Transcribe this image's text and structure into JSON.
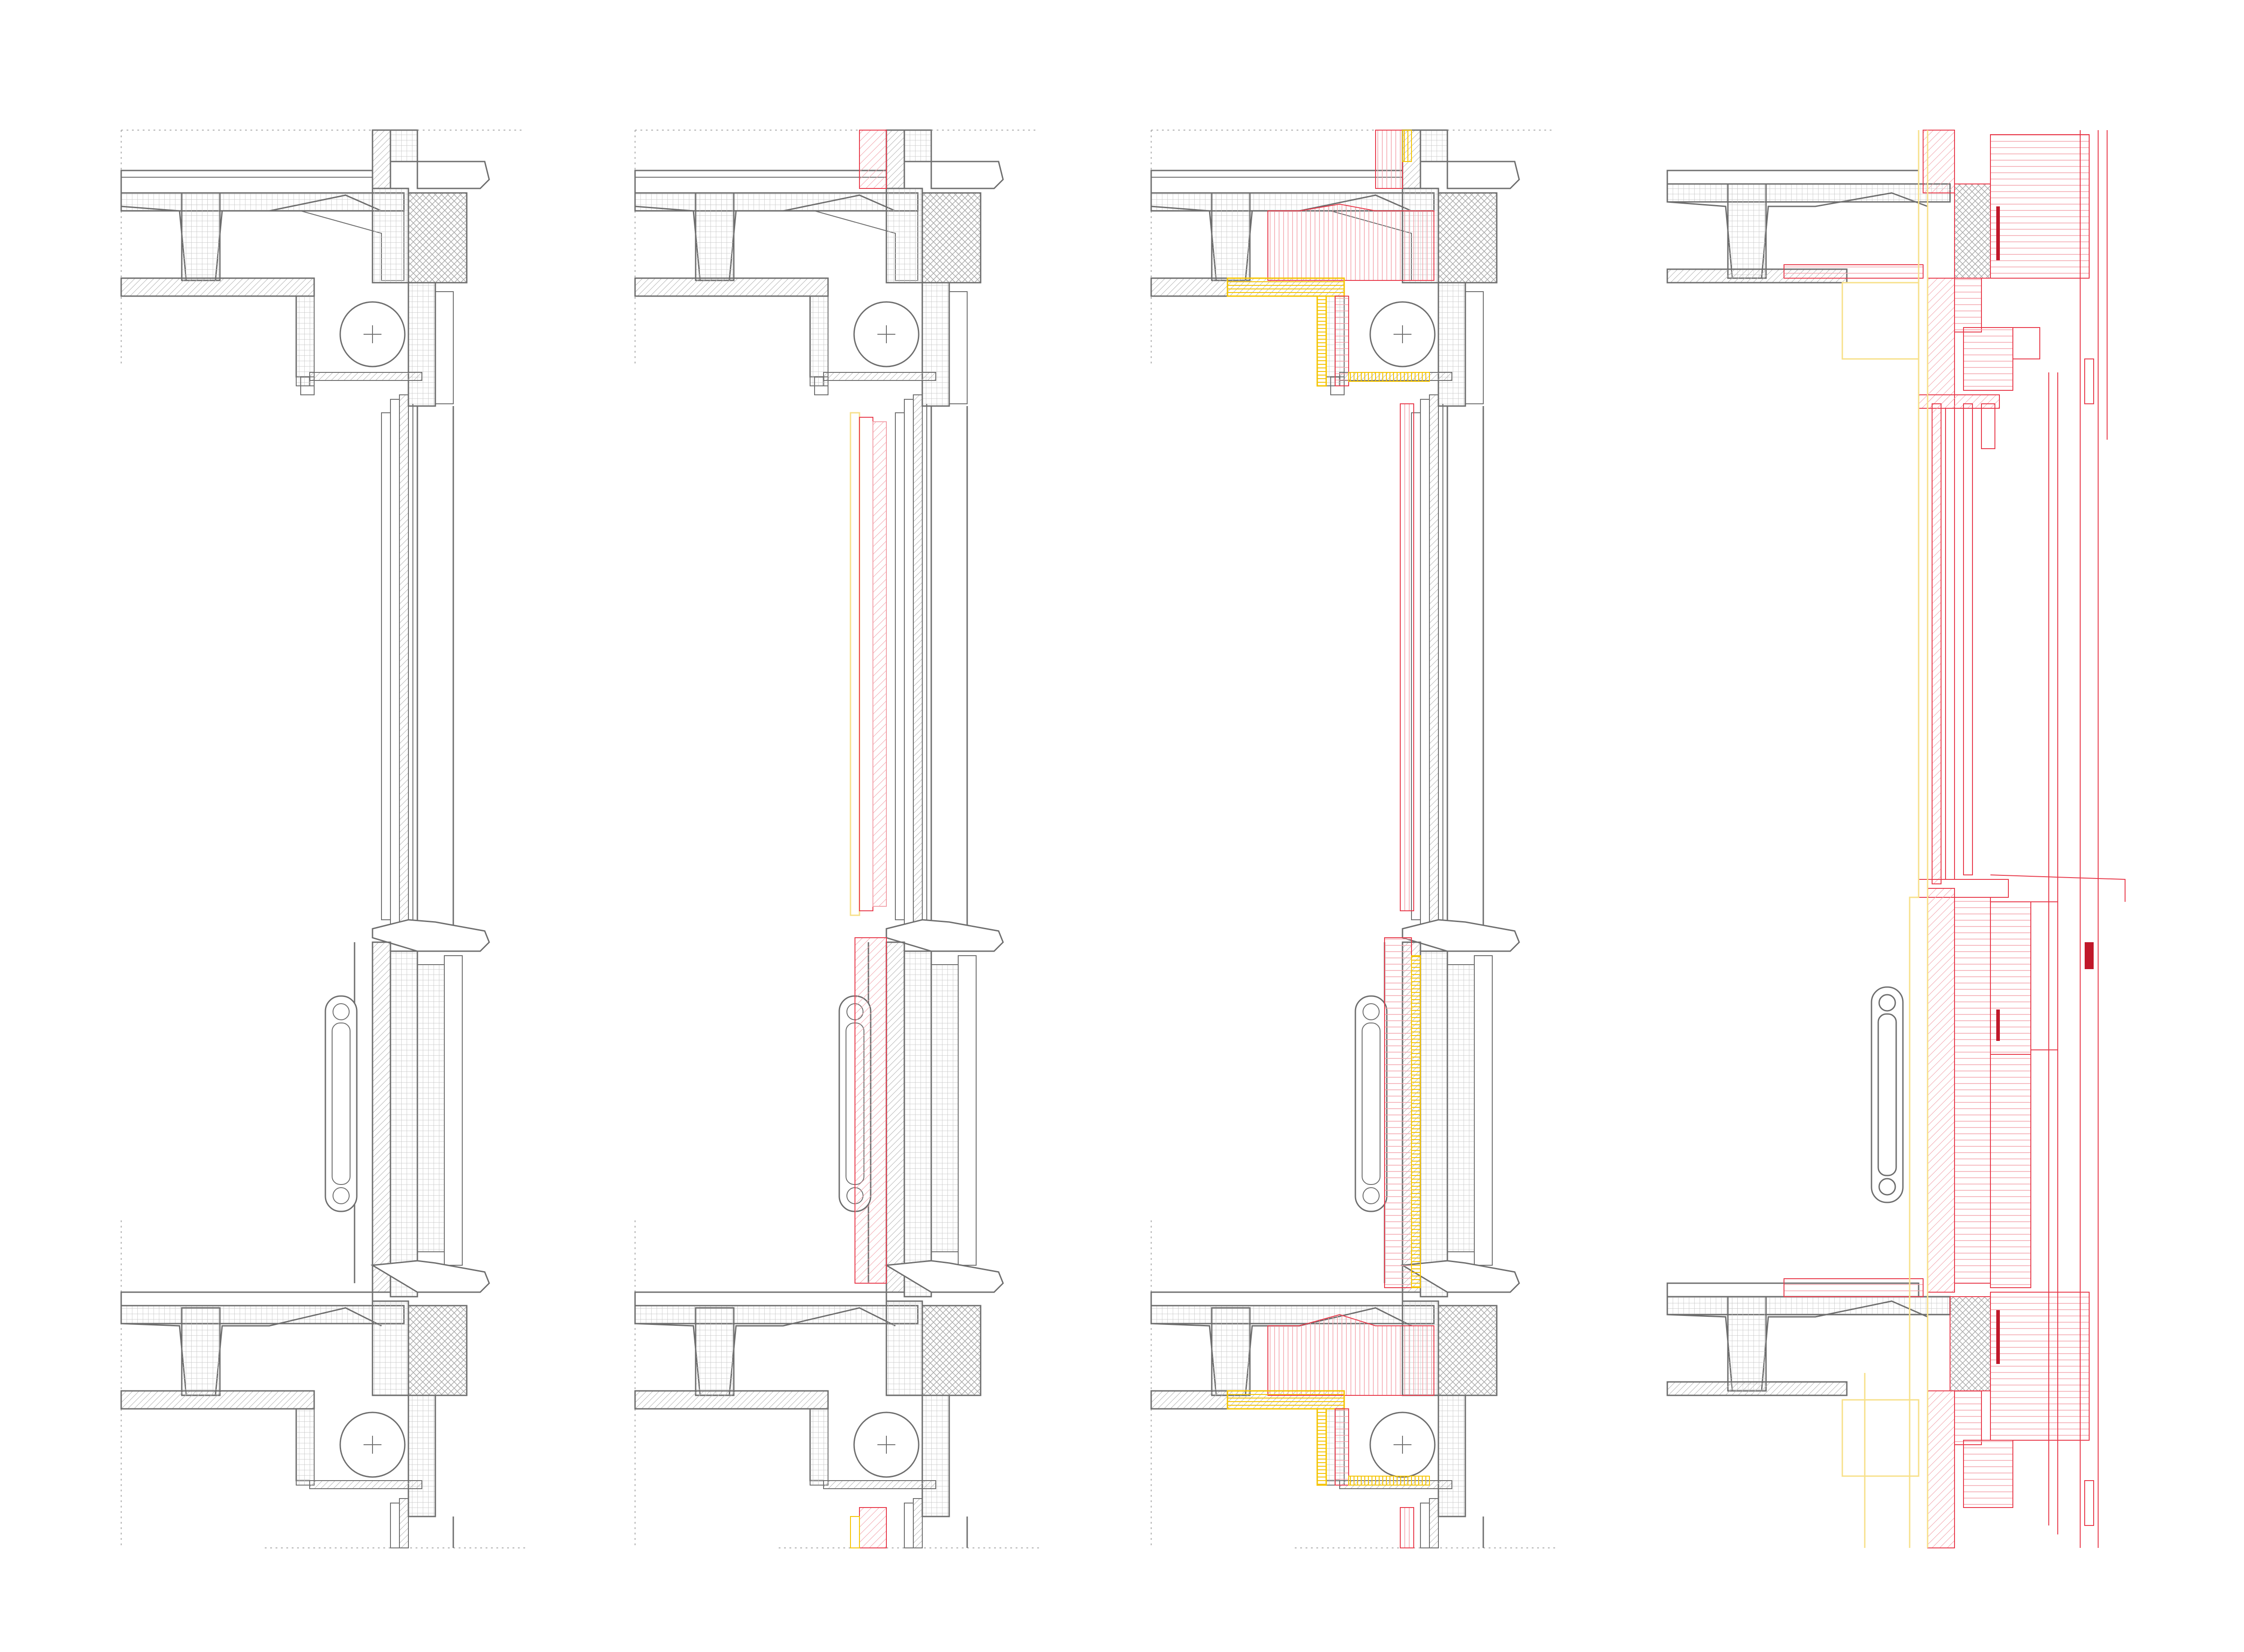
{
  "sheet": {
    "panels": [
      {
        "id": "1",
        "stage": "existing"
      },
      {
        "id": "2",
        "stage": "step-1"
      },
      {
        "id": "3",
        "stage": "step-2"
      },
      {
        "id": "4",
        "stage": "final"
      }
    ]
  },
  "colors": {
    "background": "#ffffff",
    "existing": "#6e6e6e",
    "existing_hatch": "#b4b4b4",
    "new_red": "#e8394a",
    "new_red_light": "#f2a3ab",
    "new_yellow": "#f5c400",
    "new_yellow_light": "#f7e08a",
    "accent_dark_red": "#c0182a"
  }
}
